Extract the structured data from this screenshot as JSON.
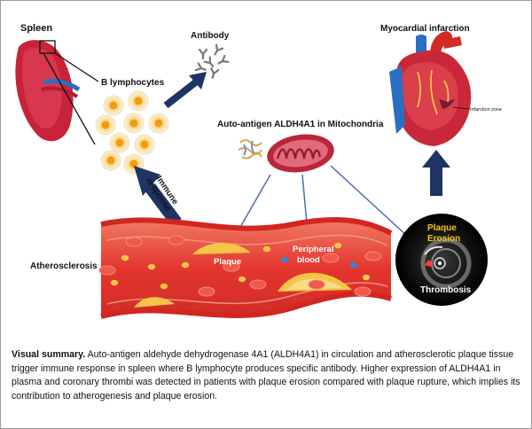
{
  "labels": {
    "spleen": "Spleen",
    "antibody": "Antibody",
    "b_lymphocytes": "B lymphocytes",
    "immune_response_1": "Immune",
    "immune_response_2": "response",
    "auto_antigen": "Auto-antigen ALDH4A1 in Mitochondria",
    "myocardial_infarction": "Myocardial infarction",
    "infarction_zone": "Infarction zone",
    "atherosclerosis": "Atherosclerosis",
    "plaque": "Plaque",
    "peripheral_blood_1": "Peripheral",
    "peripheral_blood_2": "blood",
    "plaque_erosion_1": "Plaque",
    "plaque_erosion_2": "Erosion",
    "thrombosis": "Thrombosis"
  },
  "caption": {
    "title": "Visual summary.",
    "body": "Auto-antigen aldehyde dehydrogenase 4A1 (ALDH4A1) in circulation and atherosclerotic plaque tissue trigger immune response in spleen where B lymphocyte produces specific antibody. Higher expression of ALDH4A1 in plasma and coronary thrombi was detected in patients with plaque erosion compared with plaque rupture, which implies its contribution to atherogenesis and plaque erosion."
  },
  "colors": {
    "arrow": "#1f3464",
    "vessel": "#e3362f",
    "plaque": "#f6c446",
    "spleen": "#c8233a",
    "mitochondria": "#b8273a",
    "line": "#4a6fb0",
    "erosion_text": "#f5c518"
  }
}
